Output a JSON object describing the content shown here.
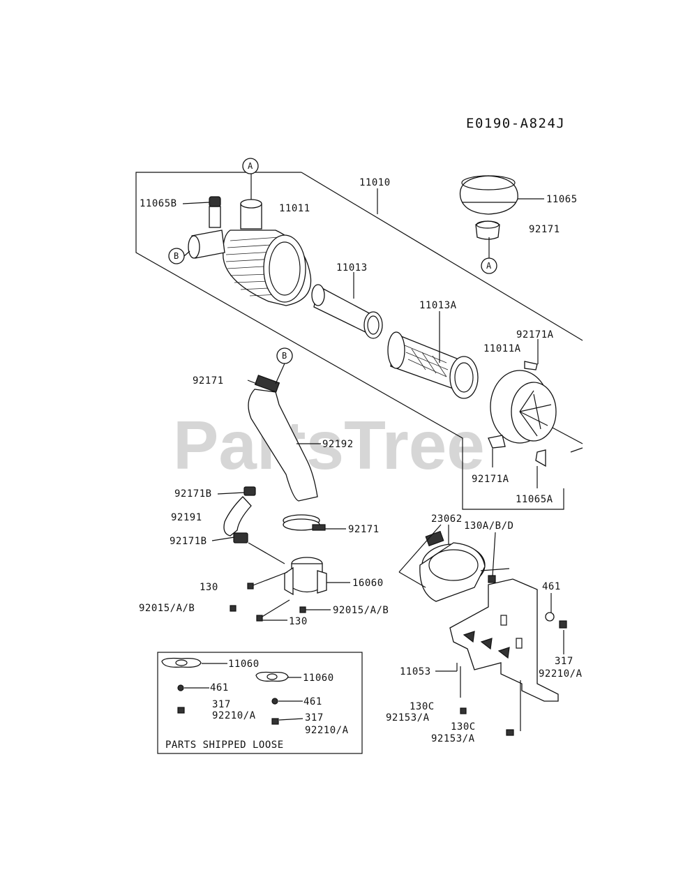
{
  "diagram_code": "E0190-A824J",
  "watermark": "PartsTree",
  "callouts": {
    "a": "A",
    "b": "B"
  },
  "parts": {
    "p11010": "11010",
    "p11065B": "11065B",
    "p11011": "11011",
    "p11065": "11065",
    "p92171_top": "92171",
    "p11013": "11013",
    "p11013A": "11013A",
    "p92171A_top": "92171A",
    "p11011A": "11011A",
    "p92171_hose": "92171",
    "p92192": "92192",
    "p92171A_bottom": "92171A",
    "p11065A": "11065A",
    "p92171B_top": "92171B",
    "p92191": "92191",
    "p92171_clamp": "92171",
    "p92171B_bottom": "92171B",
    "p23062": "23062",
    "p130ABD": "130A/B/D",
    "p130_left": "130",
    "p16060": "16060",
    "p461": "461",
    "p92015_left": "92015/A/B",
    "p92015_right": "92015/A/B",
    "p130_bottom": "130",
    "p317": "317",
    "p92210_right": "92210/A",
    "p11053": "11053",
    "p130C_a": "130C",
    "p92153_a": "92153/A",
    "p130C_b": "130C",
    "p92153_b": "92153/A"
  },
  "loose_box": {
    "title": "PARTS SHIPPED LOOSE",
    "g1": "11060",
    "g2": "11060",
    "n461_a": "461",
    "n461_b": "461",
    "n317_a": "317",
    "n317_b": "317",
    "n92210_a": "92210/A",
    "n92210_b": "92210/A"
  }
}
